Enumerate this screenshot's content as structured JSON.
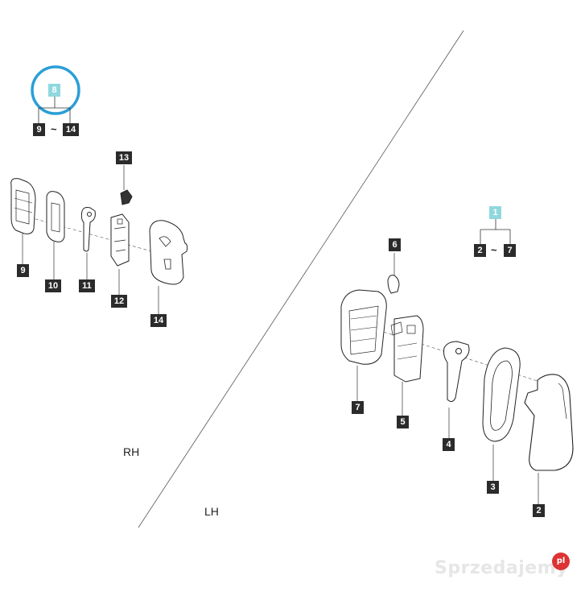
{
  "labels": {
    "l8": "8",
    "l9a": "9",
    "l14a": "14",
    "l13": "13",
    "l9": "9",
    "l10": "10",
    "l11": "11",
    "l12": "12",
    "l14": "14",
    "l1": "1",
    "l2a": "2",
    "l7a": "7",
    "l6": "6",
    "l7": "7",
    "l5": "5",
    "l4": "4",
    "l3": "3",
    "l2": "2"
  },
  "range_separator": "~",
  "sides": {
    "rh": "RH",
    "lh": "LH"
  },
  "watermark": {
    "text": "Sprzedajemy",
    "badge": "pl"
  },
  "colors": {
    "highlight": "#8fd8de",
    "circle": "#2a9fd6",
    "label_bg": "#2b2b2b"
  }
}
